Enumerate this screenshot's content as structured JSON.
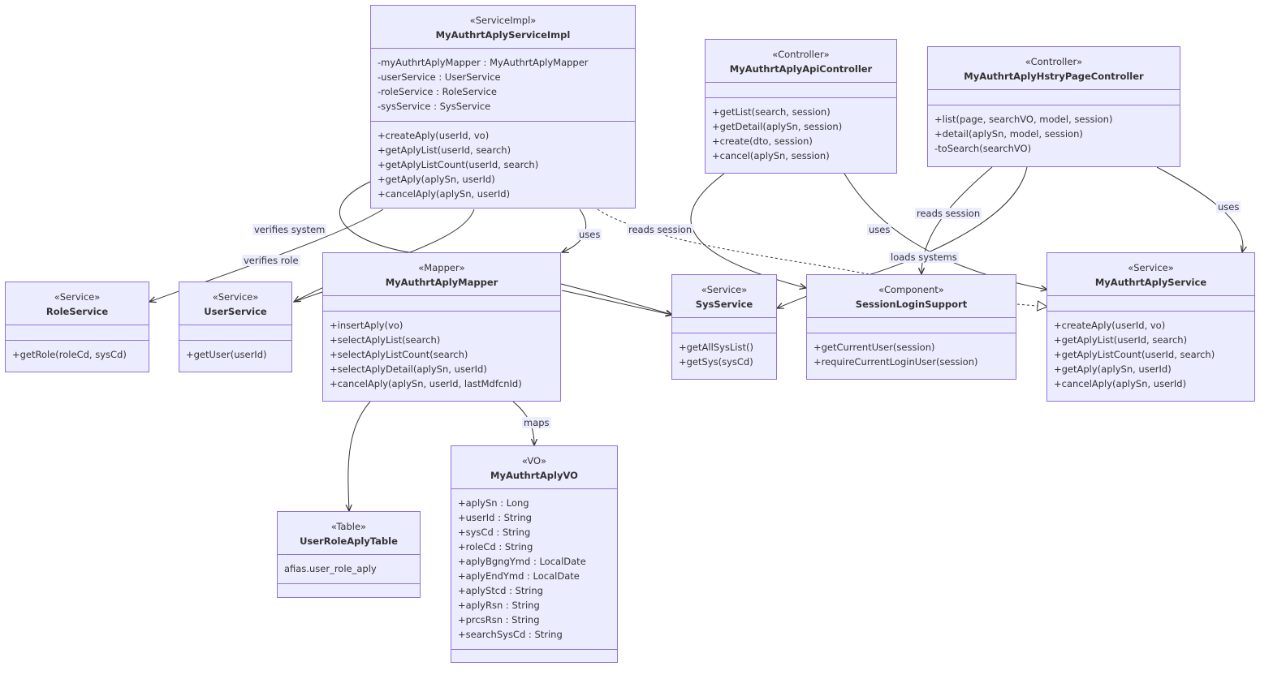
{
  "classes": {
    "svc_impl": {
      "stereotype": "«ServiceImpl»",
      "name": "MyAuthrtAplyServiceImpl",
      "fields": [
        "-myAuthrtAplyMapper : MyAuthrtAplyMapper",
        "-userService : UserService",
        "-roleService : RoleService",
        "-sysService : SysService"
      ],
      "methods": [
        "+createAply(userId, vo)",
        "+getAplyList(userId, search)",
        "+getAplyListCount(userId, search)",
        "+getAply(aplySn, userId)",
        "+cancelAply(aplySn, userId)"
      ]
    },
    "api_ctrl": {
      "stereotype": "«Controller»",
      "name": "MyAuthrtAplyApiController",
      "fields": [],
      "methods": [
        "+getList(search, session)",
        "+getDetail(aplySn, session)",
        "+create(dto, session)",
        "+cancel(aplySn, session)"
      ]
    },
    "hstry_ctrl": {
      "stereotype": "«Controller»",
      "name": "MyAuthrtAplyHstryPageController",
      "fields": [],
      "methods": [
        "+list(page, searchVO, model, session)",
        "+detail(aplySn, model, session)",
        "-toSearch(searchVO)"
      ]
    },
    "role_svc": {
      "stereotype": "«Service»",
      "name": "RoleService",
      "fields": [],
      "methods": [
        "+getRole(roleCd, sysCd)"
      ]
    },
    "user_svc": {
      "stereotype": "«Service»",
      "name": "UserService",
      "fields": [],
      "methods": [
        "+getUser(userId)"
      ]
    },
    "mapper": {
      "stereotype": "«Mapper»",
      "name": "MyAuthrtAplyMapper",
      "fields": [],
      "methods": [
        "+insertAply(vo)",
        "+selectAplyList(search)",
        "+selectAplyListCount(search)",
        "+selectAplyDetail(aplySn, userId)",
        "+cancelAply(aplySn, userId, lastMdfcnId)"
      ]
    },
    "sys_svc": {
      "stereotype": "«Service»",
      "name": "SysService",
      "fields": [],
      "methods": [
        "+getAllSysList()",
        "+getSys(sysCd)"
      ]
    },
    "session_support": {
      "stereotype": "«Component»",
      "name": "SessionLoginSupport",
      "fields": [],
      "methods": [
        "+getCurrentUser(session)",
        "+requireCurrentLoginUser(session)"
      ]
    },
    "aply_svc": {
      "stereotype": "«Service»",
      "name": "MyAuthrtAplyService",
      "fields": [],
      "methods": [
        "+createAply(userId, vo)",
        "+getAplyList(userId, search)",
        "+getAplyListCount(userId, search)",
        "+getAply(aplySn, userId)",
        "+cancelAply(aplySn, userId)"
      ]
    },
    "table": {
      "stereotype": "«Table»",
      "name": "UserRoleAplyTable",
      "fields": [
        "afias.user_role_aply"
      ],
      "methods": []
    },
    "vo": {
      "stereotype": "«VO»",
      "name": "MyAuthrtAplyVO",
      "fields": [
        "+aplySn : Long",
        "+userId : String",
        "+sysCd : String",
        "+roleCd : String",
        "+aplyBgngYmd : LocalDate",
        "+aplyEndYmd : LocalDate",
        "+aplyStcd : String",
        "+aplyRsn : String",
        "+prcsRsn : String",
        "+searchSysCd : String"
      ],
      "methods": []
    }
  },
  "edge_labels": {
    "verifies_system": "verifies system",
    "verifies_role": "verifies role",
    "uses_mapper": "uses",
    "reads_session_impl": "reads session",
    "uses_api": "uses",
    "reads_session_hstry": "reads session",
    "loads_systems": "loads systems",
    "uses_hstry": "uses",
    "maps": "maps"
  },
  "colors": {
    "fill": "#ECECFF",
    "stroke": "#9370DB",
    "edge": "#333333",
    "text": "#333333"
  }
}
